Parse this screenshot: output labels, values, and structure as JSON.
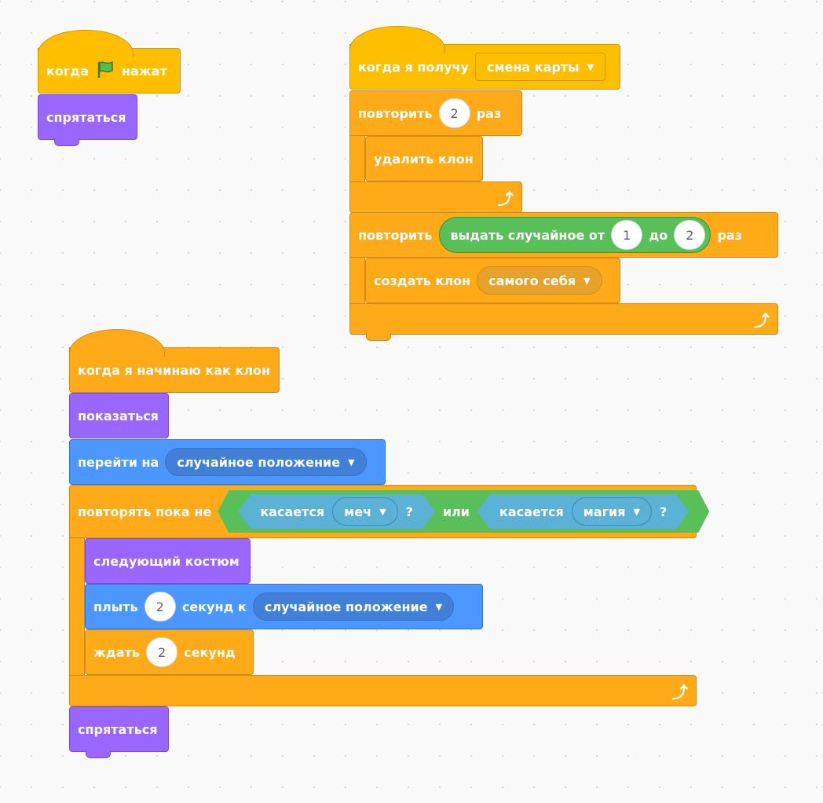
{
  "script1": {
    "hat_before": "когда",
    "hat_after": "нажат",
    "hide": "спрятаться"
  },
  "script2": {
    "hat_label": "когда я получу",
    "message": "смена карты",
    "repeat1_label": "повторить",
    "repeat1_count": "2",
    "repeat1_times": "раз",
    "delete_clone": "удалить клон",
    "repeat2_label": "повторить",
    "random_label": "выдать случайное от",
    "random_from": "1",
    "random_to_label": "до",
    "random_to": "2",
    "repeat2_times": "раз",
    "create_clone_label": "создать клон",
    "create_clone_target": "самого себя"
  },
  "script3": {
    "hat_label": "когда я начинаю как клон",
    "show": "показаться",
    "goto_label": "перейти на",
    "goto_target": "случайное положение",
    "until_label": "повторять пока не",
    "touching1_label": "касается",
    "touching1_target": "меч",
    "q1": "?",
    "or_label": "или",
    "touching2_label": "касается",
    "touching2_target": "магия",
    "q2": "?",
    "next_costume": "следующий костюм",
    "glide_label": "плыть",
    "glide_secs": "2",
    "glide_to_label": "секунд к",
    "glide_target": "случайное положение",
    "wait_label": "ждать",
    "wait_secs": "2",
    "wait_unit": "секунд",
    "hide": "спрятаться"
  },
  "colors": {
    "events": "#ffbf00",
    "control": "#ffab19",
    "looks": "#9966ff",
    "motion": "#4c97ff",
    "operators": "#59c059",
    "sensing": "#5cb1d6"
  },
  "icons": {
    "flag": "green-flag-icon",
    "loop": "loop-arrow-icon",
    "dropdown": "dropdown-caret-icon"
  }
}
